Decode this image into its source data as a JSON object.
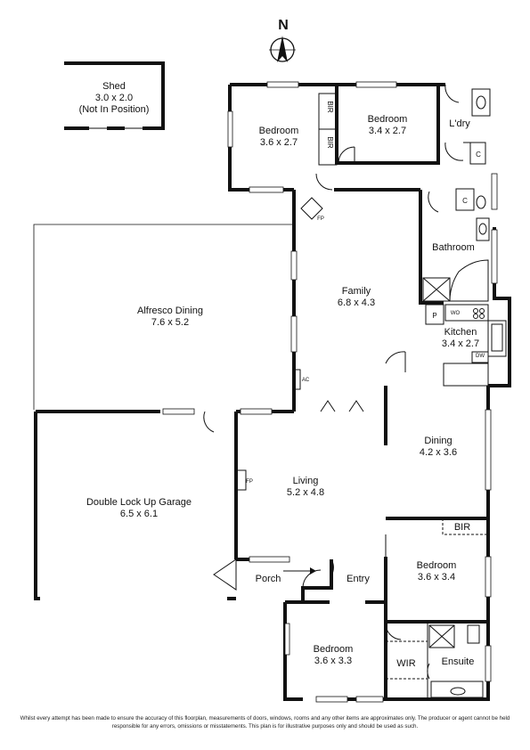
{
  "compass": {
    "label": "N"
  },
  "shed": {
    "name": "Shed",
    "size": "3.0 x 2.0",
    "note": "(Not In Position)"
  },
  "rooms": {
    "bedroom_nw": {
      "name": "Bedroom",
      "size": "3.6 x 2.7"
    },
    "bedroom_n": {
      "name": "Bedroom",
      "size": "3.4 x 2.7"
    },
    "bir_1": "BIR",
    "bir_2": "BIR",
    "laundry": "L'dry",
    "cupboard_1": "C",
    "cupboard_2": "C",
    "bathroom": "Bathroom",
    "family": {
      "name": "Family",
      "size": "6.8 x 4.3"
    },
    "alfresco": {
      "name": "Alfresco Dining",
      "size": "7.6 x 5.2"
    },
    "pantry": "P",
    "wall_oven": "WO",
    "kitchen": {
      "name": "Kitchen",
      "size": "3.4 x 2.7"
    },
    "dishwasher": "DW",
    "air_con": "AC",
    "fireplace_family": "FP",
    "fireplace_living": "FP",
    "dining": {
      "name": "Dining",
      "size": "4.2 x 3.6"
    },
    "living": {
      "name": "Living",
      "size": "5.2 x 4.8"
    },
    "garage": {
      "name": "Double Lock Up Garage",
      "size": "6.5 x 6.1"
    },
    "bir_3": "BIR",
    "bedroom_se": {
      "name": "Bedroom",
      "size": "3.6 x 3.4"
    },
    "porch": "Porch",
    "entry": "Entry",
    "bedroom_s": {
      "name": "Bedroom",
      "size": "3.6 x 3.3"
    },
    "wir": "WIR",
    "ensuite": "Ensuite"
  },
  "disclaimer": "Whilst every attempt has been made to ensure the accuracy of this floorplan, measurements of doors, windows, rooms and any other items are approximates only. The producer or agent cannot be held responsible for any errors, omissions or misstatements. This plan is for illustrative purposes only and should be used as such."
}
